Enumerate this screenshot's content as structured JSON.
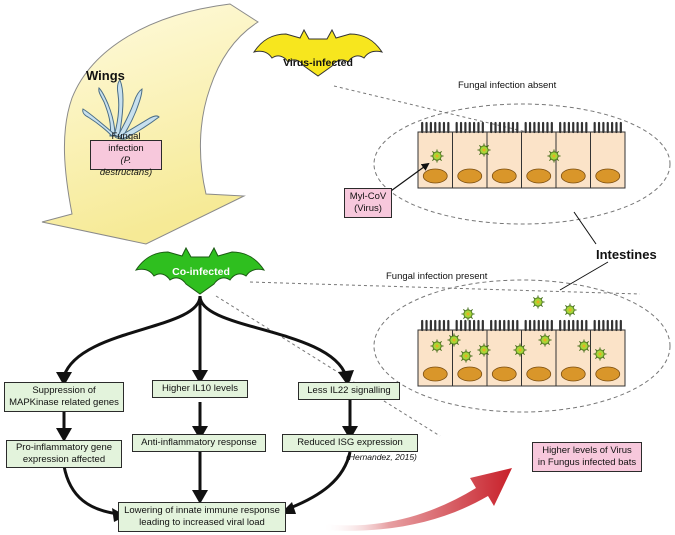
{
  "labels": {
    "wings": "Wings",
    "virus_infected": "Virus-infected",
    "co_infected": "Co-infected",
    "fungal_absent": "Fungal infection absent",
    "fungal_present": "Fungal infection present",
    "intestines": "Intestines",
    "citation": "(Hernandez, 2015)"
  },
  "boxes": {
    "fungal_infection": {
      "line1": "Fungal infection",
      "line2": "(P. destructans)"
    },
    "myl_cov": {
      "line1": "Myl-CoV",
      "line2": "(Virus)"
    },
    "suppression": {
      "line1": "Suppression of",
      "line2": "MAPKinase related genes"
    },
    "il10": "Higher IL10 levels",
    "il22": "Less IL22 signalling",
    "pro_inflammatory": {
      "line1": "Pro-inflammatory gene",
      "line2": "expression affected"
    },
    "anti_inflammatory": "Anti-inflammatory response",
    "reduced_isg": "Reduced ISG expression",
    "lowering": {
      "line1": "Lowering of innate immune response",
      "line2": "leading to increased viral load"
    },
    "higher_virus": {
      "line1": "Higher levels of Virus",
      "line2": "in Fungus infected bats"
    }
  },
  "colors": {
    "wing_arrow": "#fbf3b0",
    "bat_yellow": "#f7e61e",
    "bat_green": "#2fbf1f",
    "box_green": "#e3f3dc",
    "box_pink": "#f7c8dc",
    "cell_fill": "#fbe3c8",
    "nucleus": "#d9962a",
    "virus": "#a6d63a",
    "red_arrow": "#c8202a"
  }
}
